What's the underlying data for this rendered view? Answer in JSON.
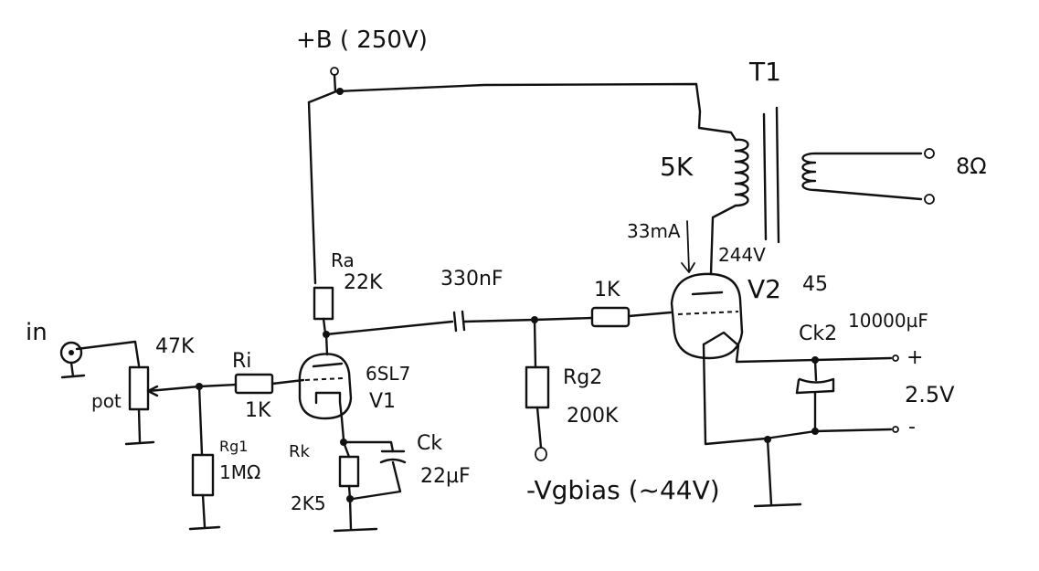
{
  "supply": {
    "label": "+B ( 250V)"
  },
  "transformer": {
    "name": "T1",
    "primary": "5K",
    "secondary": "8Ω"
  },
  "input": {
    "jack": "in",
    "pot_value": "47K",
    "pot_label": "pot"
  },
  "resistors": {
    "ri_name": "Ri",
    "ri_value": "1K",
    "rg1_name": "Rg1",
    "rg1_value": "1MΩ",
    "ra_name": "Ra",
    "ra_value": "22K",
    "rk_name": "Rk",
    "rk_value": "2K5",
    "rg2_name": "Rg2",
    "rg2_value": "200K",
    "grid_stop_value": "1K"
  },
  "capacitors": {
    "coupling_value": "330nF",
    "ck_name": "Ck",
    "ck_value": "22µF",
    "ck2_name": "Ck2",
    "ck2_value": "10000µF"
  },
  "tubes": {
    "v1_type": "6SL7",
    "v1_name": "V1",
    "v2_name": "V2",
    "v2_type": "45",
    "v2_current": "33mA",
    "v2_voltage": "244V"
  },
  "bias": {
    "label": "-Vgbias (~44V)"
  },
  "filament": {
    "plus": "+",
    "voltage": "2.5V",
    "minus": "-"
  }
}
